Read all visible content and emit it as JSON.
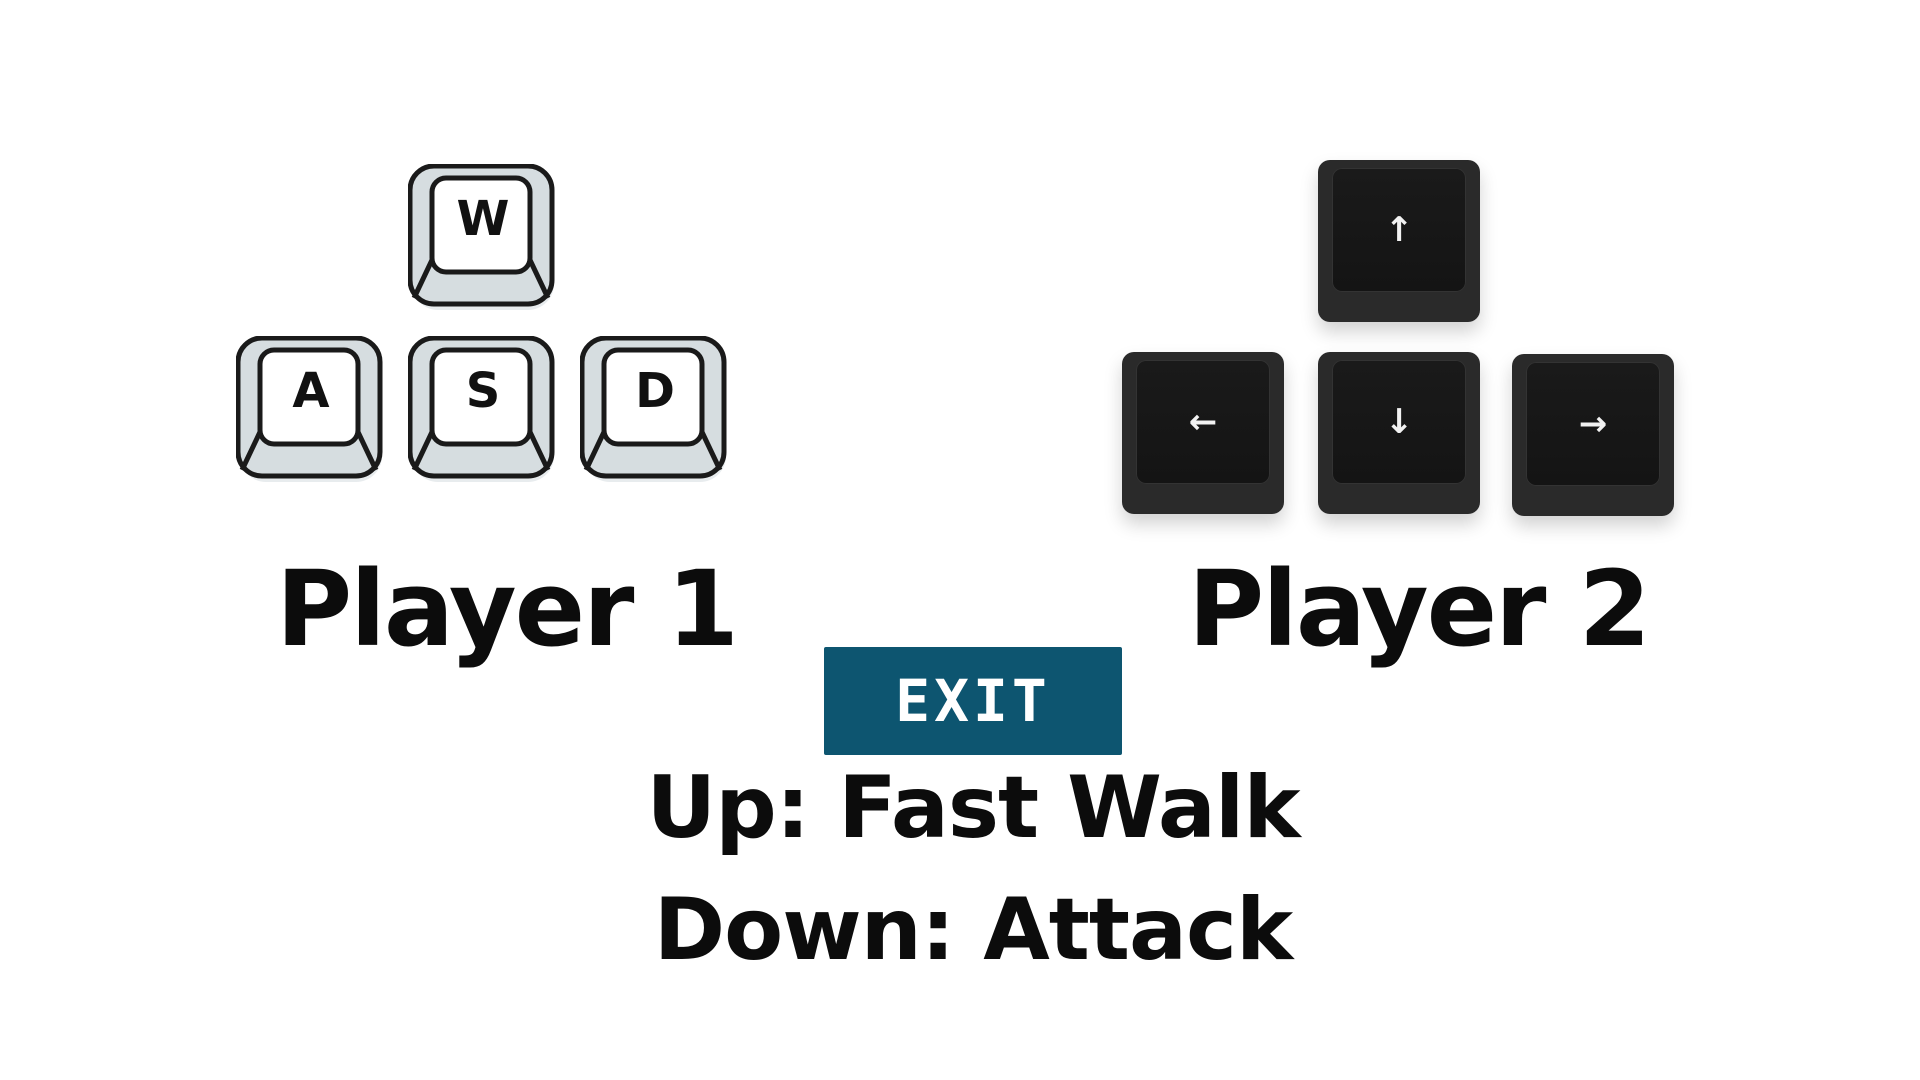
{
  "player1": {
    "label": "Player 1",
    "keys": [
      {
        "id": "w",
        "label": "W"
      },
      {
        "id": "a",
        "label": "A"
      },
      {
        "id": "s",
        "label": "S"
      },
      {
        "id": "d",
        "label": "D"
      }
    ]
  },
  "player2": {
    "label": "Player 2",
    "keys": [
      {
        "id": "up",
        "icon": "arrow-up-icon",
        "glyph": "↑"
      },
      {
        "id": "left",
        "icon": "arrow-left-icon",
        "glyph": "←"
      },
      {
        "id": "down",
        "icon": "arrow-down-icon",
        "glyph": "↓"
      },
      {
        "id": "right",
        "icon": "arrow-right-icon",
        "glyph": "→"
      }
    ]
  },
  "exit_button": {
    "label": "EXIT"
  },
  "controls": [
    {
      "text": "Up: Fast Walk"
    },
    {
      "text": "Down: Attack"
    }
  ],
  "colors": {
    "background": "#ffffff",
    "exit_button": "#0d5570",
    "text": "#0c0c0c",
    "light_key_face": "#ffffff",
    "light_key_base": "#d6dde0",
    "dark_key": "#1a1a1a"
  }
}
